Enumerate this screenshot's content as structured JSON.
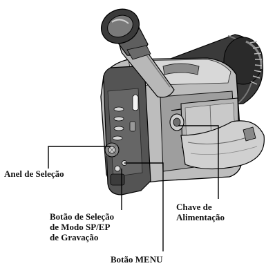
{
  "diagram": {
    "subject": "camcorder-side-view",
    "callouts": {
      "anel_selecao": "Anel de Seleção",
      "botao_modo_line1": "Botão de Seleção",
      "botao_modo_line2": "de Modo SP/EP",
      "botao_modo_line3": "de Gravação",
      "chave_line1": "Chave de",
      "chave_line2": "Alimentação",
      "botao_menu": "Botão MENU"
    }
  }
}
